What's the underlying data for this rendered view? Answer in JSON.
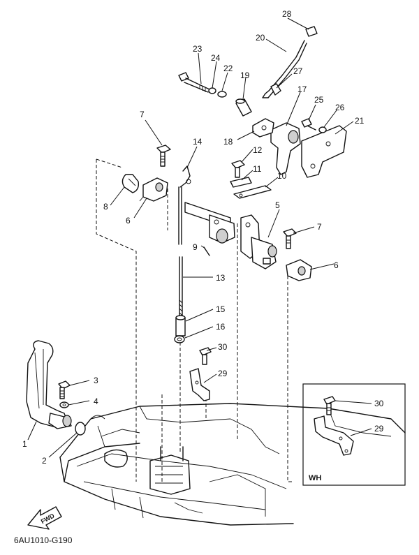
{
  "diagram": {
    "code": "6AU1010-G190",
    "inset_label": "WH",
    "direction_label": "FWD",
    "callouts": {
      "c1": "1",
      "c2": "2",
      "c3": "3",
      "c4": "4",
      "c5": "5",
      "c6a": "6",
      "c6b": "6",
      "c7a": "7",
      "c7b": "7",
      "c8": "8",
      "c9": "9",
      "c10": "10",
      "c11": "11",
      "c12": "12",
      "c13": "13",
      "c14": "14",
      "c15": "15",
      "c16": "16",
      "c17": "17",
      "c18": "18",
      "c19": "19",
      "c20": "20",
      "c21": "21",
      "c22": "22",
      "c23": "23",
      "c24": "24",
      "c25": "25",
      "c26": "26",
      "c27": "27",
      "c28": "28",
      "c29a": "29",
      "c30a": "30",
      "c29b": "29",
      "c30b": "30"
    }
  }
}
